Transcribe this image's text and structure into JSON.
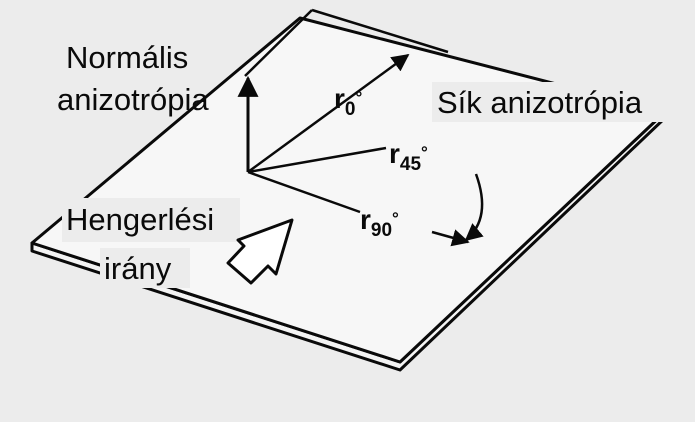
{
  "labels": {
    "normal_line1": "Normális",
    "normal_line2": "anizotrópia",
    "plane": "Sík anizotrópia",
    "rolling_line1": "Hengerlési",
    "rolling_line2": "irány"
  },
  "r_values": [
    {
      "base": "r",
      "angle": "0",
      "deg": "°"
    },
    {
      "base": "r",
      "angle": "45",
      "deg": "°"
    },
    {
      "base": "r",
      "angle": "90",
      "deg": "°"
    }
  ],
  "colors": {
    "background": "#ececec",
    "ink": "#0a0a0a",
    "sheet": "#ffffff"
  }
}
